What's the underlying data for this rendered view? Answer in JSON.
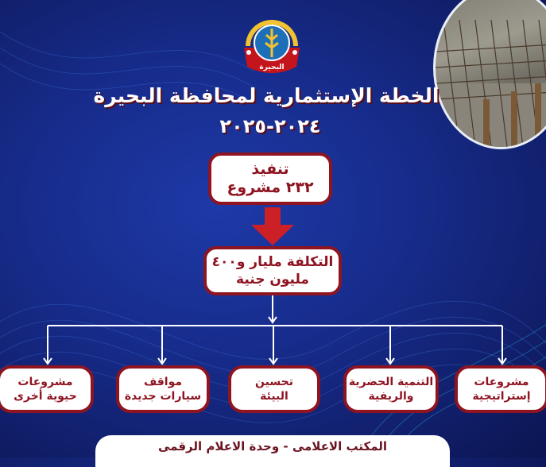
{
  "logo": {
    "icon": "behira-governorate-logo",
    "text": "البحيرة"
  },
  "header": {
    "title": "الخطة الإستثمارية لمحافظة البحيرة",
    "years": "٢٠٢٤-٢٠٢٥"
  },
  "execution": {
    "line1": "تنفيذ",
    "line2": "٢٣٢ مشروع"
  },
  "cost": {
    "line1": "التكلفة مليار و٤٠٠",
    "line2": "مليون جنية"
  },
  "categories": [
    {
      "line1": "مشروعات",
      "line2": "إستراتيجية"
    },
    {
      "line1": "التنمية الحضرية",
      "line2": "والريفية"
    },
    {
      "line1": "تحسين",
      "line2": "البيئة"
    },
    {
      "line1": "مواقف",
      "line2": "سيارات جديدة"
    },
    {
      "line1": "مشروعات",
      "line2": "حيوية أخرى"
    }
  ],
  "footer": {
    "text": "المكتب الاعلامى - وحدة الاعلام الرقمى"
  },
  "colors": {
    "background": "#172c8c",
    "accent": "#8e1421",
    "box": "#ffffff"
  }
}
